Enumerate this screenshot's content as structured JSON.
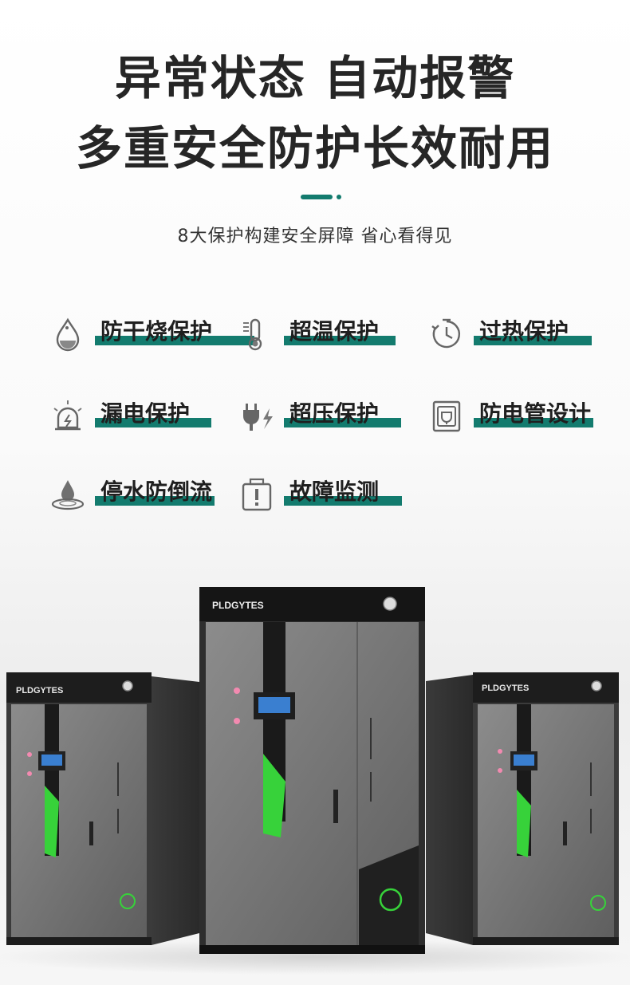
{
  "headline": {
    "line1": "异常状态 自动报警",
    "line2": "多重安全防护长效耐用"
  },
  "subtitle": "8大保护构建安全屏障 省心看得见",
  "colors": {
    "accent": "#137b6e",
    "green_panel": "#37d23a",
    "cabinet": "#7a7a7a"
  },
  "features": [
    {
      "label": "防干烧保护",
      "icon": "water-drop-icon"
    },
    {
      "label": "超温保护",
      "icon": "thermometer-icon"
    },
    {
      "label": "过热保护",
      "icon": "timer-icon"
    },
    {
      "label": "漏电保护",
      "icon": "alarm-light-icon"
    },
    {
      "label": "超压保护",
      "icon": "plug-lightning-icon"
    },
    {
      "label": "防电管设计",
      "icon": "power-socket-icon"
    },
    {
      "label": "停水防倒流",
      "icon": "water-ripple-icon"
    },
    {
      "label": "故障监测",
      "icon": "fault-warning-icon"
    }
  ],
  "products": {
    "brand": "PLDGYTES"
  }
}
